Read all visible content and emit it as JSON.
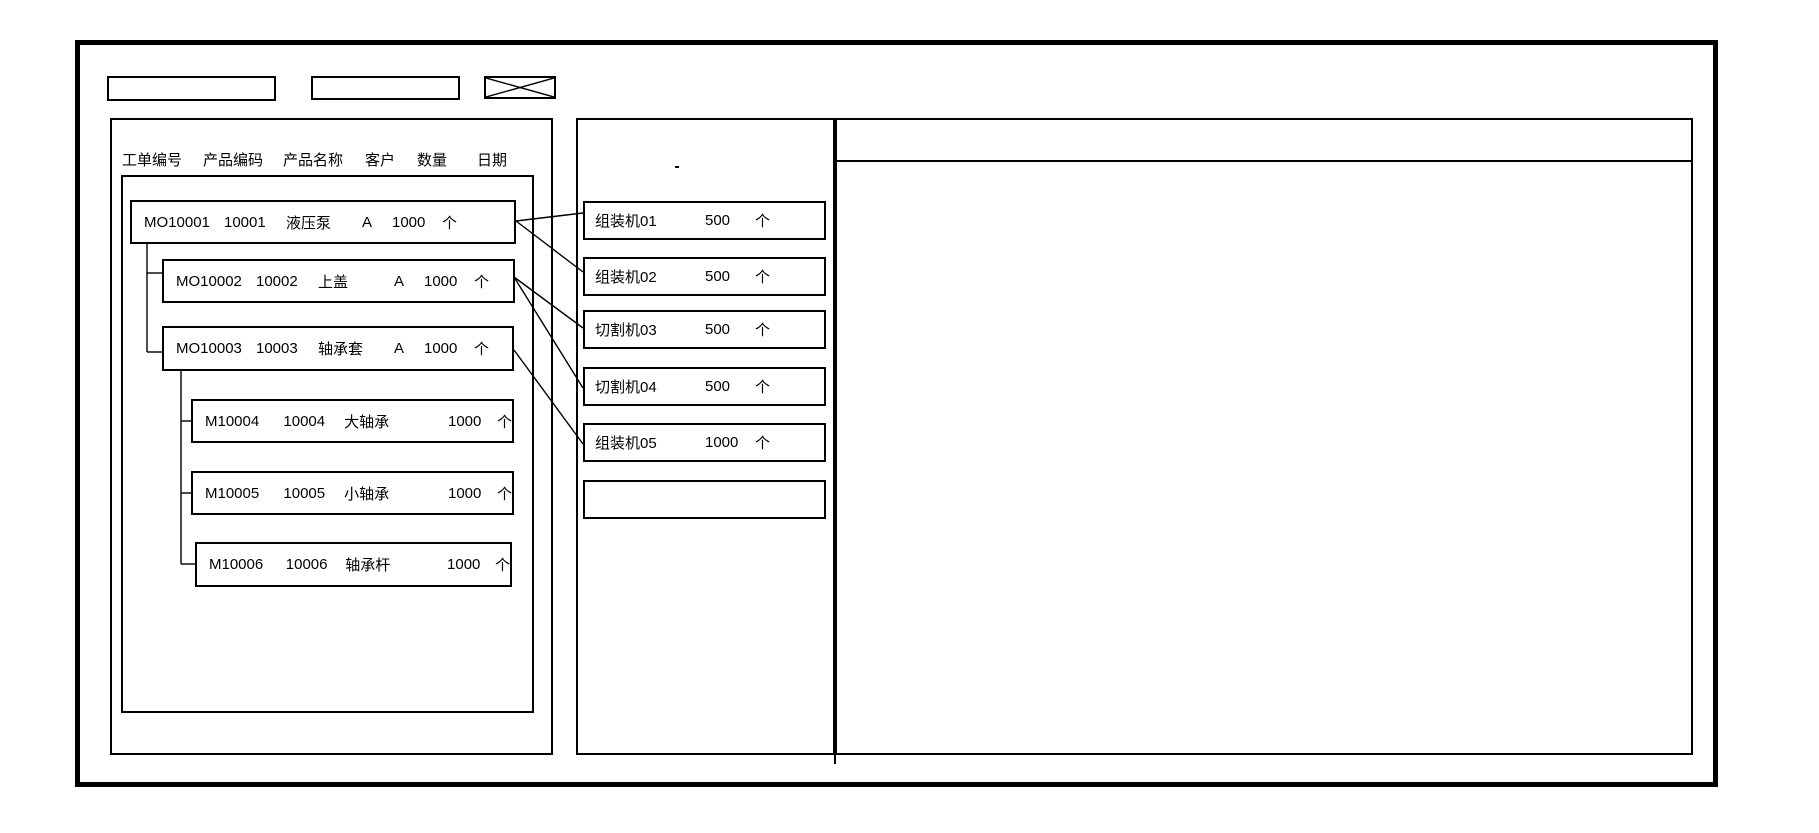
{
  "window": {
    "background": "#ffffff",
    "line_color": "#000000",
    "title": ""
  },
  "toolbar": {
    "input1_value": "",
    "input1_placeholder": "",
    "input2_value": "",
    "input2_placeholder": "",
    "close_icon": "x-crossed-box"
  },
  "order_panel": {
    "columns": [
      "工单编号",
      "产品编码",
      "产品名称",
      "客户",
      "数量",
      "日期"
    ],
    "rows": [
      {
        "order_no": "MO10001",
        "product_code": "10001",
        "product_name": "液压泵",
        "customer": "A",
        "qty": "1000",
        "unit": "个"
      },
      {
        "order_no": "MO10002",
        "product_code": "10002",
        "product_name": "上盖",
        "customer": "A",
        "qty": "1000",
        "unit": "个"
      },
      {
        "order_no": "MO10003",
        "product_code": "10003",
        "product_name": "轴承套",
        "customer": "A",
        "qty": "1000",
        "unit": "个"
      },
      {
        "order_no": "M10004",
        "product_code": "10004",
        "product_name": "大轴承",
        "customer": "",
        "qty": "1000",
        "unit": "个"
      },
      {
        "order_no": "M10005",
        "product_code": "10005",
        "product_name": "小轴承",
        "customer": "",
        "qty": "1000",
        "unit": "个"
      },
      {
        "order_no": "M10006",
        "product_code": "10006",
        "product_name": "轴承杆",
        "customer": "",
        "qty": "1000",
        "unit": "个"
      }
    ]
  },
  "machine_panel": {
    "items": [
      {
        "name": "组装机01",
        "qty": "500",
        "unit": "个"
      },
      {
        "name": "组装机02",
        "qty": "500",
        "unit": "个"
      },
      {
        "name": "切割机03",
        "qty": "500",
        "unit": "个"
      },
      {
        "name": "切割机04",
        "qty": "500",
        "unit": "个"
      },
      {
        "name": "组装机05",
        "qty": "1000",
        "unit": "个"
      },
      {
        "name": "",
        "qty": "",
        "unit": ""
      }
    ]
  },
  "schedule_panel": {
    "content": ""
  },
  "connections": [
    {
      "from": "MO10001",
      "to": "组装机01"
    },
    {
      "from": "MO10001",
      "to": "组装机02"
    },
    {
      "from": "MO10002",
      "to": "切割机03"
    },
    {
      "from": "MO10002",
      "to": "切割机04"
    },
    {
      "from": "MO10003",
      "to": "组装机05"
    }
  ]
}
